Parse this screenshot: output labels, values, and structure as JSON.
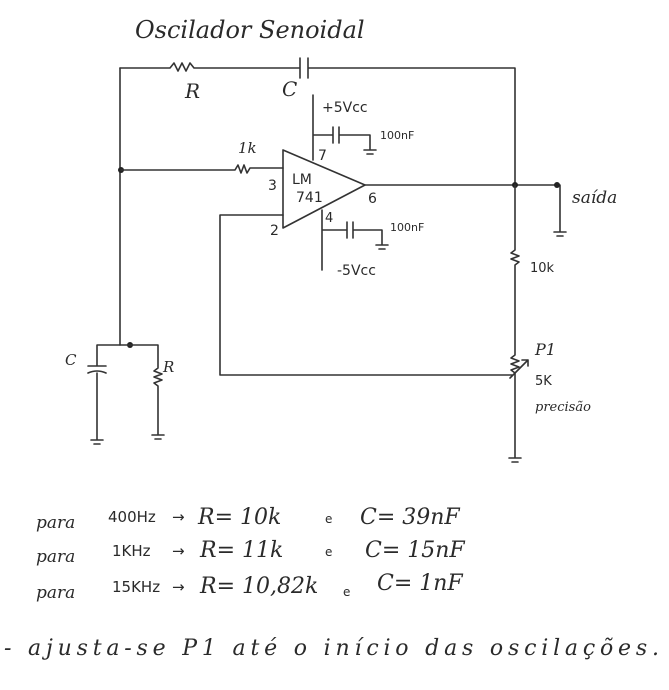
{
  "title": "Oscilador Senoidal",
  "labels": {
    "r_top": "R",
    "c_top": "C",
    "r_in": "1k",
    "vcc_pos": "+5Vcc",
    "vcc_neg": "-5Vcc",
    "cap_pos": "100nF",
    "cap_neg": "100nF",
    "pin3": "3",
    "pin2": "2",
    "pin7": "7",
    "pin4": "4",
    "pin6": "6",
    "opamp_line1": "LM",
    "opamp_line2": "741",
    "output": "saída",
    "r_out": "10k",
    "pot": "P1",
    "pot_value": "5K",
    "pot_note": "precisão",
    "c_left": "C",
    "r_left": "R"
  },
  "notes": [
    {
      "prefix": "para",
      "freq": "400Hz",
      "r": "R= 10k",
      "and": "e",
      "c": "C= 39nF"
    },
    {
      "prefix": "para",
      "freq": "1KHz",
      "r": "R= 11k",
      "and": "e",
      "c": "C= 15nF"
    },
    {
      "prefix": "para",
      "freq": "15KHz",
      "r": "R= 10,82k",
      "and": "e",
      "c": "C= 1nF"
    }
  ],
  "footer": "- ajusta-se P1 até o início das oscilações."
}
